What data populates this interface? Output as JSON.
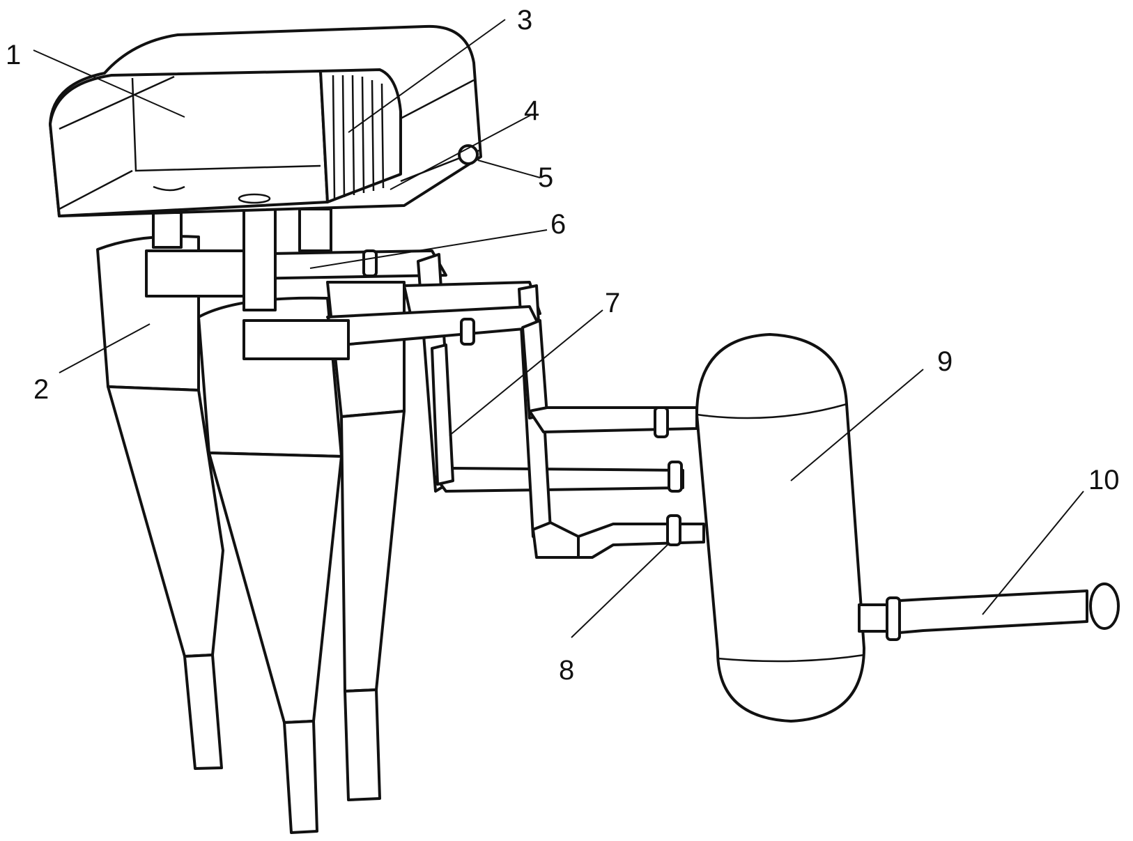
{
  "labels": {
    "l1": "1",
    "l2": "2",
    "l3": "3",
    "l4": "4",
    "l5": "5",
    "l6": "6",
    "l7": "7",
    "l8": "8",
    "l9": "9",
    "l10": "10"
  },
  "colors": {
    "line": "#111111",
    "background": "#ffffff"
  }
}
